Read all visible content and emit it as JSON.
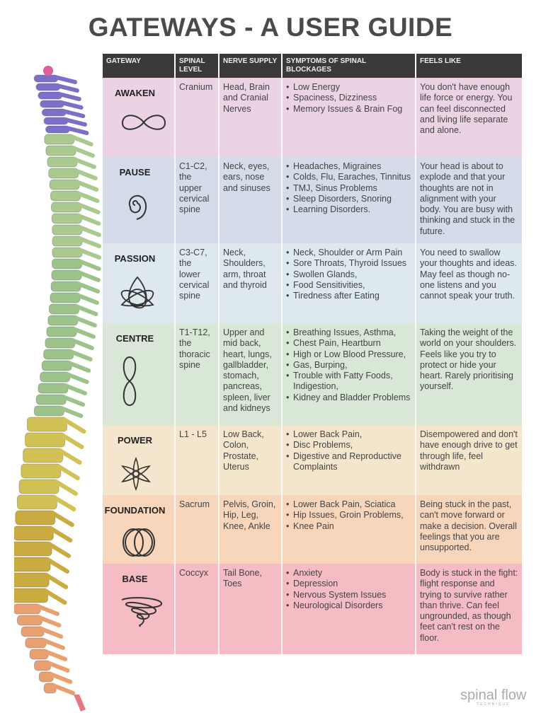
{
  "title": "GATEWAYS - A USER GUIDE",
  "headers": [
    "GATEWAY",
    "SPINAL LEVEL",
    "NERVE SUPPLY",
    "SYMPTOMS OF SPINAL BLOCKAGES",
    "FEELS LIKE"
  ],
  "rows": [
    {
      "gateway": "AWAKEN",
      "icon": "infinity-icon",
      "color": "#ebd3e4",
      "level": "Cranium",
      "nerve": "Head, Brain and Cranial Nerves",
      "symptoms": [
        "Low Energy",
        "Spaciness, Dizziness",
        "Memory Issues & Brain Fog"
      ],
      "feels": "You don't have enough life force or energy. You can feel disconnected and living life separate and alone."
    },
    {
      "gateway": "PAUSE",
      "icon": "spiral-icon",
      "color": "#d4dcea",
      "level": "C1-C2, the upper cervical spine",
      "nerve": "Neck, eyes, ears, nose and sinuses",
      "symptoms": [
        "Headaches, Migraines",
        "Colds, Flu, Earaches, Tinnitus",
        "TMJ, Sinus Problems",
        "Sleep Disorders, Snoring",
        "Learning Disorders."
      ],
      "feels": "Your head is about to explode and that your thoughts are not in alignment with your body. You are busy with thinking and stuck in the future."
    },
    {
      "gateway": "PASSION",
      "icon": "triquetra-icon",
      "color": "#dde8ef",
      "level": "C3-C7, the lower cervical spine",
      "nerve": "Neck, Shoulders, arm, throat and thyroid",
      "symptoms": [
        "Neck, Shoulder or Arm Pain",
        "Sore Throats, Thyroid Issues",
        "Swollen Glands,",
        "Food Sensitivities,",
        "Tiredness after Eating"
      ],
      "feels": "You need to swallow your thoughts and ideas. May feel as though no-one listens and you cannot speak your truth."
    },
    {
      "gateway": "CENTRE",
      "icon": "figure-eight-icon",
      "color": "#d9e7d7",
      "level": "T1-T12, the thoracic spine",
      "nerve": "Upper and mid back, heart, lungs, gallbladder, stomach, pancreas, spleen, liver and kidneys",
      "symptoms": [
        "Breathing Issues, Asthma,",
        "Chest Pain, Heartburn",
        "High or Low Blood Pressure,",
        "Gas, Burping,",
        "Trouble with Fatty Foods, Indigestion,",
        "Kidney and Bladder Problems"
      ],
      "feels": "Taking the weight of the world on your shoulders. Feels like you try to protect or hide your heart. Rarely prioritising yourself."
    },
    {
      "gateway": "POWER",
      "icon": "flower-star-icon",
      "color": "#f3e6cd",
      "level": "L1 - L5",
      "nerve": "Low Back, Colon, Prostate, Uterus",
      "symptoms": [
        "Lower Back Pain,",
        "Disc Problems,",
        "Digestive and Reproductive Complaints"
      ],
      "feels": "Disempowered and don't have enough drive to get through life, feel withdrawn"
    },
    {
      "gateway": "FOUNDATION",
      "icon": "overlapping-circles-icon",
      "color": "#f7d6bc",
      "level": "Sacrum",
      "nerve": "Pelvis, Groin, Hip, Leg, Knee, Ankle",
      "symptoms": [
        "Lower Back Pain, Sciatica",
        "Hip Issues, Groin Problems,",
        "Knee Pain"
      ],
      "feels": "Being stuck in the past, can't move forward or make a decision. Overall feelings that you are unsupported."
    },
    {
      "gateway": "BASE",
      "icon": "vortex-icon",
      "color": "#f5bcc4",
      "level": "Coccyx",
      "nerve": "Tail Bone, Toes",
      "symptoms": [
        "Anxiety",
        "Depression",
        "Nervous System Issues",
        "Neurological Disorders"
      ],
      "feels": "Body is stuck in the fight: flight response and trying to survive rather than thrive. Can feel ungrounded, as though feet can't rest on the floor."
    }
  ],
  "logo": {
    "text": "spinal flow",
    "sub": "TECHNIQUE"
  }
}
